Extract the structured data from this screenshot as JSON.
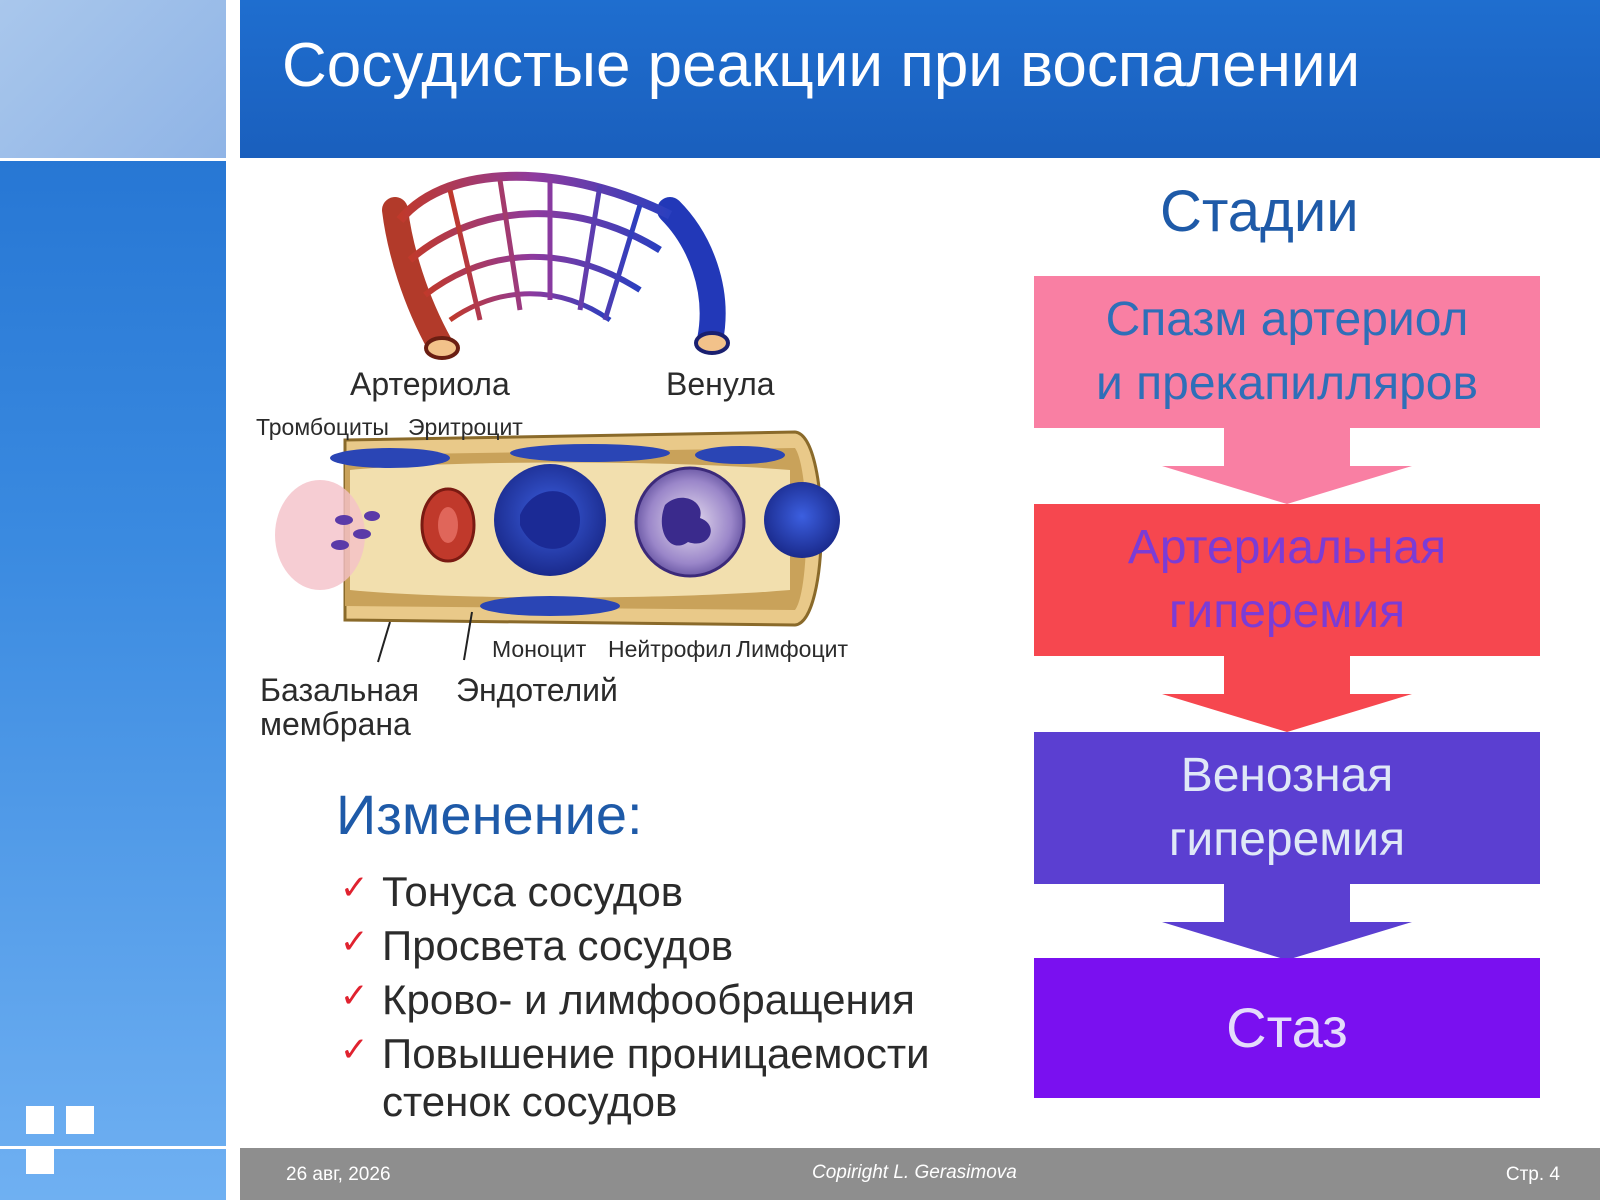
{
  "slide": {
    "title": "Сосудистые реакции при воспалении"
  },
  "diagram": {
    "arteriole_label": "Артериола",
    "venule_label": "Венула",
    "platelets_label": "Тромбоциты",
    "erythrocyte_label": "Эритроцит",
    "monocyte_label": "Моноцит",
    "neutrophil_label": "Нейтрофил",
    "lymphocyte_label": "Лимфоцит",
    "basal_membrane_label_1": "Базальная",
    "basal_membrane_label_2": "мембрана",
    "endothelium_label": "Эндотелий"
  },
  "changes": {
    "title": "Изменение:",
    "items": [
      {
        "line1": "Тонуса сосудов",
        "line2": ""
      },
      {
        "line1": "Просвета сосудов",
        "line2": ""
      },
      {
        "line1": "Крово- и лимфообращения",
        "line2": ""
      },
      {
        "line1": "Повышение проницаемости",
        "line2": "стенок сосудов"
      }
    ]
  },
  "stages": {
    "title": "Стадии",
    "items": [
      {
        "line1": "Спазм артериол",
        "line2": "и прекапилляров",
        "bg": "#f97fa3",
        "text_color": "#2e6fb8"
      },
      {
        "line1": "Артериальная",
        "line2": "гиперемия",
        "bg": "#f6474f",
        "text_color": "#7b3cd6"
      },
      {
        "line1": "Венозная",
        "line2": "гиперемия",
        "bg": "#5b3fd1",
        "text_color": "#dfe8f7"
      },
      {
        "line1": "Стаз",
        "line2": "",
        "bg": "#7a10f0",
        "text_color": "#e4dcfb"
      }
    ]
  },
  "footer": {
    "date": "26 авг, 2026",
    "copyright": "Copiright L. Gerasimova",
    "page": "Стр. 4"
  },
  "colors": {
    "accent_blue": "#1e5aa8",
    "check_red": "#e0222f"
  }
}
